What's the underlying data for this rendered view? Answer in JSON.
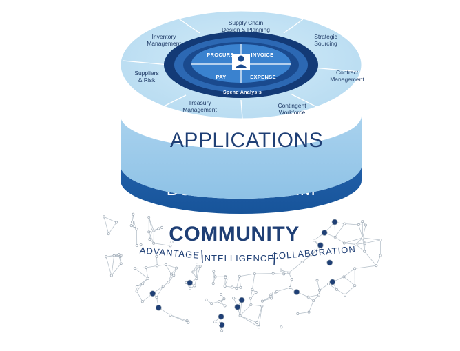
{
  "segments": [
    "Supply Chain",
    "Design & Planning",
    "Strategic",
    "Sourcing",
    "Contract",
    "Management",
    "Contingent",
    "Workforce",
    "Treasury",
    "Management",
    "Suppliers",
    "& Risk",
    "Inventory",
    "Management"
  ],
  "core": {
    "procure": "PROCURE",
    "invoice": "INVOICE",
    "pay": "PAY",
    "expense": "EXPENSE",
    "spend_analysis": "Spend Analysis"
  },
  "layers": {
    "applications": "APPLICATIONS",
    "platform": "BSM PLATFORM",
    "community": "COMMUNITY"
  },
  "tagline": {
    "advantage": "ADVANTAGE",
    "intelligence": "INTELLIGENCE",
    "collaboration": "COLLABORATION"
  },
  "colors": {
    "top_light": "#bfe0f3",
    "ring_dark": "#143d7a",
    "ring_mid": "#2b67b2",
    "core_blue": "#2f78c8",
    "band_blue": "#1b5faa",
    "text_navy": "#1f3f75",
    "network_gray": "#b9c3cc"
  },
  "icons": [
    "user-icon"
  ]
}
